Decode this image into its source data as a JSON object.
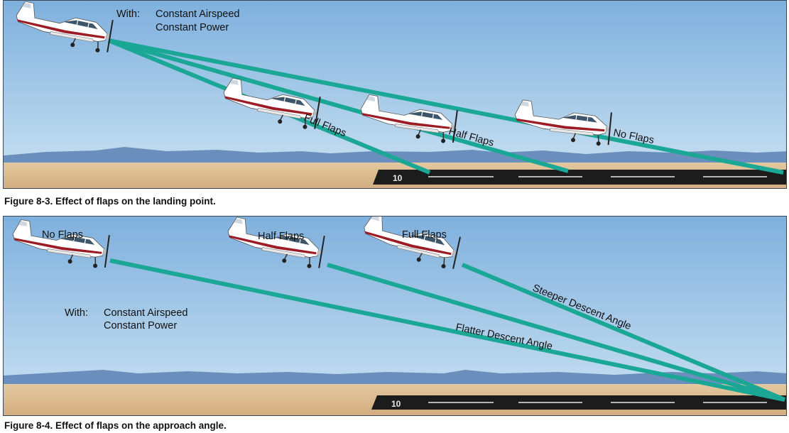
{
  "figure_1": {
    "conditions": {
      "with_label": "With:",
      "line1": "Constant Airspeed",
      "line2": "Constant Power"
    },
    "path_labels": [
      "Full Flaps",
      "Half Flaps",
      "No Flaps"
    ],
    "caption": "Figure 8-3. Effect of flaps on the landing point."
  },
  "figure_2": {
    "plane_labels": [
      "No Flaps",
      "Half Flaps",
      "Full Flaps"
    ],
    "conditions": {
      "with_label": "With:",
      "line1": "Constant Airspeed",
      "line2": "Constant Power"
    },
    "path_labels": [
      "Steeper Descent Angle",
      "Flatter Descent Angle"
    ],
    "caption": "Figure 8-4. Effect of flaps on the approach angle."
  },
  "colors": {
    "sky_top": "#7fb0dd",
    "sky_bottom": "#cde4f3",
    "mountains": "#6b8fbd",
    "ground": "#d9b98d",
    "runway": "#1c1c1c",
    "path": "#1aa795",
    "plane_body": "#ffffff",
    "plane_stripe": "#9b1c24"
  },
  "icons": [
    "airplane-icon",
    "runway-icon"
  ]
}
